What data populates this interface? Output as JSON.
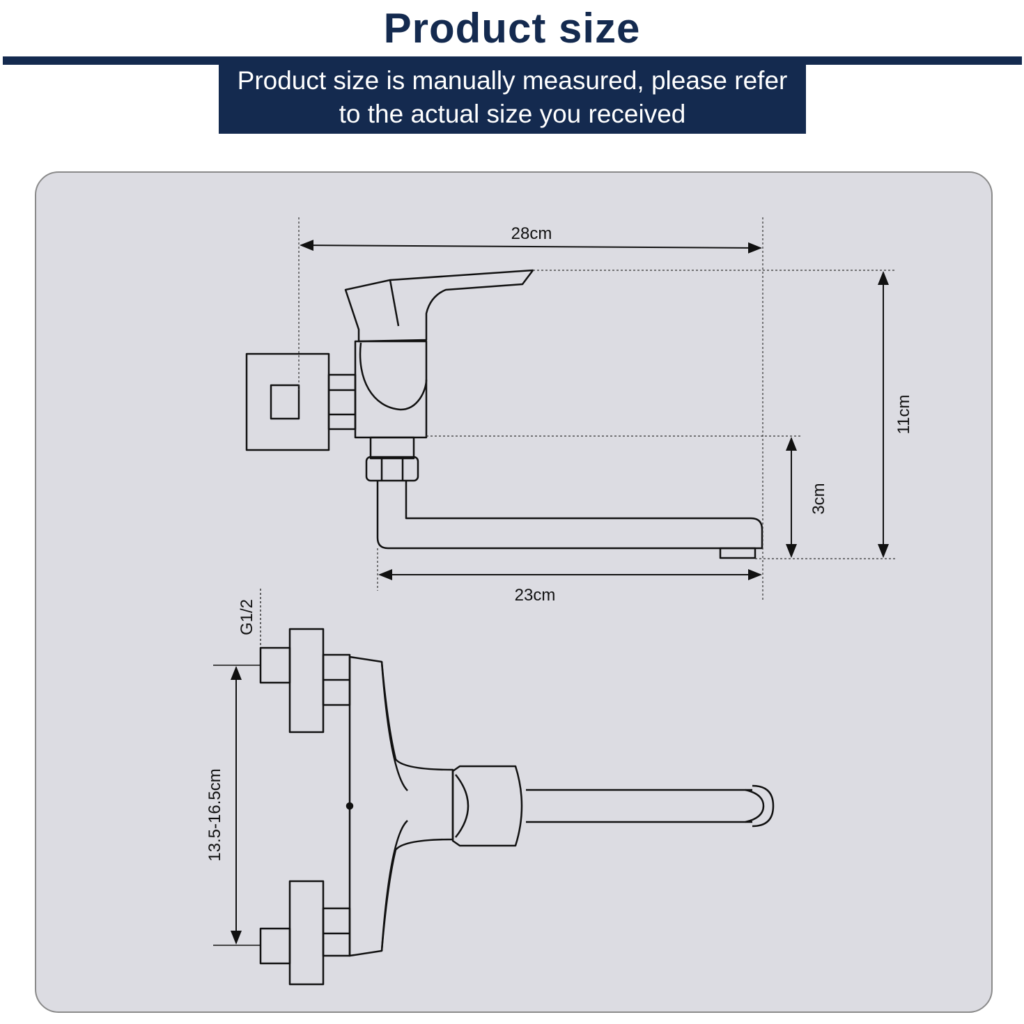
{
  "colors": {
    "brand_navy": "#142a4f",
    "panel_bg": "#dcdce2",
    "line": "#111111"
  },
  "header": {
    "title": "Product size",
    "notice_line1": "Product size is manually measured, please refer",
    "notice_line2": "to the actual size you received"
  },
  "dimensions": {
    "overall_length": "28cm",
    "spout_length": "23cm",
    "overall_height": "11cm",
    "spout_height": "3cm",
    "thread": "G1/2",
    "center_distance": "13.5-16.5cm"
  }
}
